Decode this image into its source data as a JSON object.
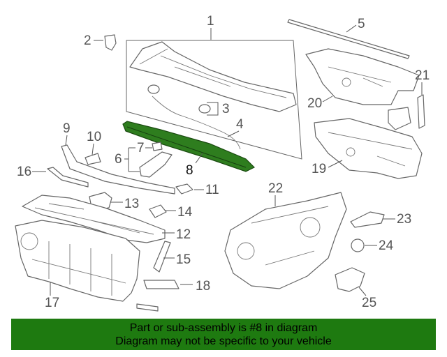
{
  "diagram": {
    "callouts": [
      "1",
      "2",
      "3",
      "4",
      "5",
      "6",
      "7",
      "8",
      "9",
      "10",
      "11",
      "12",
      "13",
      "14",
      "15",
      "16",
      "17",
      "18",
      "19",
      "20",
      "21",
      "22",
      "23",
      "24",
      "25"
    ],
    "highlighted_part": "8",
    "highlight_color": "#2e7d1e"
  },
  "banner": {
    "line1": "Part or sub-assembly is #8 in diagram",
    "line2": "Diagram may not be specific to your vehicle",
    "background": "#1e7a10"
  }
}
